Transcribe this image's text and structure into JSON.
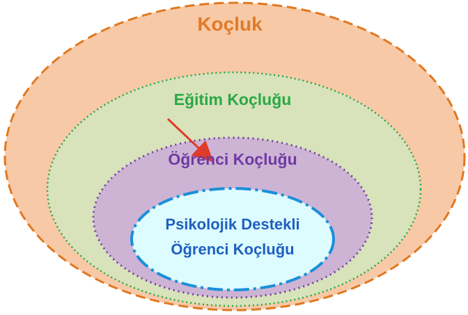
{
  "diagram": {
    "outer": {
      "label": "Koçluk",
      "fill": "#f8c9a6",
      "stroke": "#e0781f",
      "text_color": "#e07a28"
    },
    "second": {
      "label": "Eğitim Koçluğu",
      "fill": "#d8e2bb",
      "stroke": "#22a84a",
      "text_color": "#2aa845"
    },
    "third": {
      "label": "Öğrenci Koçluğu",
      "fill": "#cdb4d4",
      "stroke": "#6f3fa0",
      "text_color": "#6f3aa3"
    },
    "inner": {
      "label_line1": "Psikolojik Destekli",
      "label_line2": "Öğrenci Koçluğu",
      "fill": "#ddfcff",
      "stroke": "#1b8fd9",
      "text_color": "#1f5fc0"
    },
    "arrow": {
      "color": "#e03a2a"
    }
  }
}
